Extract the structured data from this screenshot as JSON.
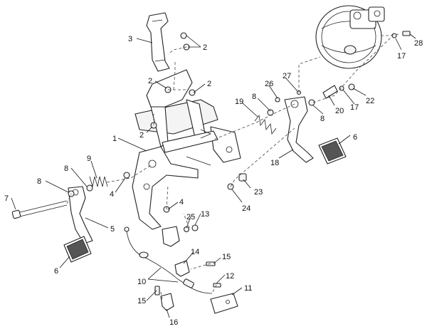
{
  "callouts": [
    {
      "id": "c1",
      "label": "1"
    },
    {
      "id": "c2a",
      "label": "2"
    },
    {
      "id": "c2b",
      "label": "2"
    },
    {
      "id": "c2c",
      "label": "2"
    },
    {
      "id": "c2d",
      "label": "2"
    },
    {
      "id": "c3",
      "label": "3"
    },
    {
      "id": "c4a",
      "label": "4"
    },
    {
      "id": "c4b",
      "label": "4"
    },
    {
      "id": "c5",
      "label": "5"
    },
    {
      "id": "c6a",
      "label": "6"
    },
    {
      "id": "c6b",
      "label": "6"
    },
    {
      "id": "c7",
      "label": "7"
    },
    {
      "id": "c8a",
      "label": "8"
    },
    {
      "id": "c8b",
      "label": "8"
    },
    {
      "id": "c8c",
      "label": "8"
    },
    {
      "id": "c8d",
      "label": "8"
    },
    {
      "id": "c9",
      "label": "9"
    },
    {
      "id": "c10",
      "label": "10"
    },
    {
      "id": "c11",
      "label": "11"
    },
    {
      "id": "c12",
      "label": "12"
    },
    {
      "id": "c13",
      "label": "13"
    },
    {
      "id": "c14",
      "label": "14"
    },
    {
      "id": "c15a",
      "label": "15"
    },
    {
      "id": "c15b",
      "label": "15"
    },
    {
      "id": "c16",
      "label": "16"
    },
    {
      "id": "c17a",
      "label": "17"
    },
    {
      "id": "c17b",
      "label": "17"
    },
    {
      "id": "c18",
      "label": "18"
    },
    {
      "id": "c19",
      "label": "19"
    },
    {
      "id": "c20",
      "label": "20"
    },
    {
      "id": "c22",
      "label": "22"
    },
    {
      "id": "c23",
      "label": "23"
    },
    {
      "id": "c24",
      "label": "24"
    },
    {
      "id": "c25",
      "label": "25"
    },
    {
      "id": "c26",
      "label": "26"
    },
    {
      "id": "c27",
      "label": "27"
    },
    {
      "id": "c28",
      "label": "28"
    }
  ]
}
